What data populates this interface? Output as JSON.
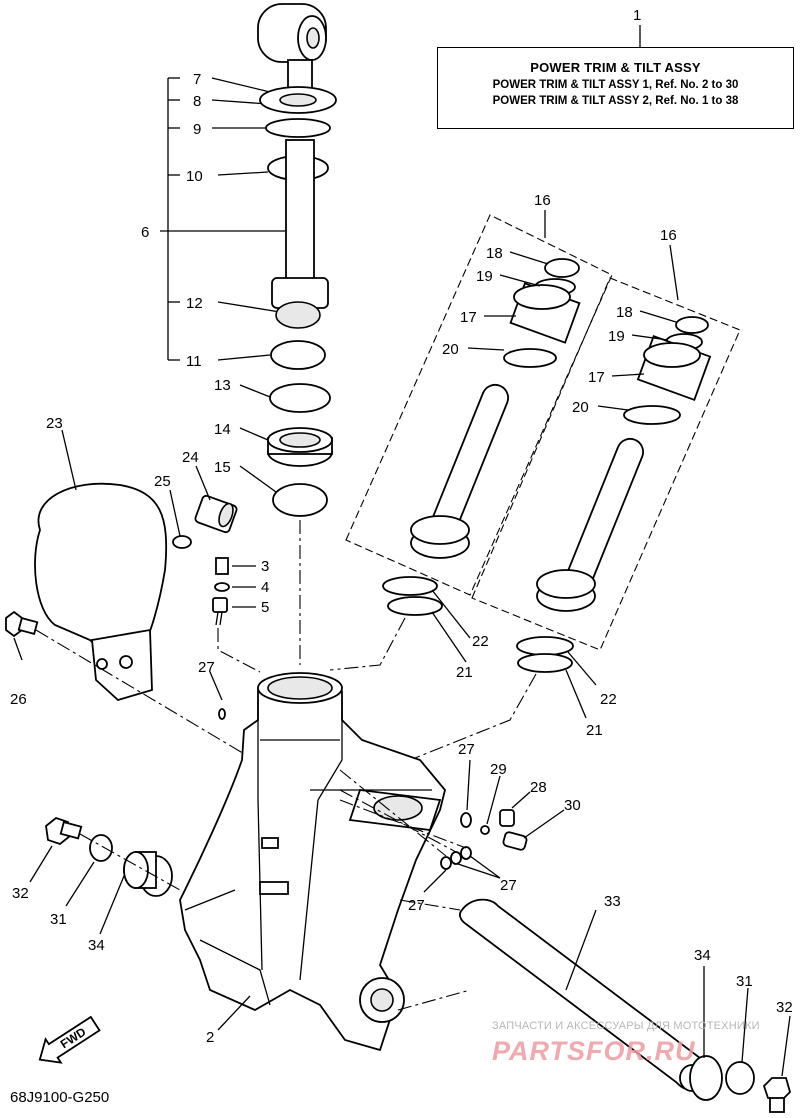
{
  "title_box": {
    "title": "POWER TRIM  & TILT ASSY",
    "line1": "POWER TRIM & TILT ASSY 1, Ref. No. 2 to 30",
    "line2": "POWER TRIM & TILT ASSY 2, Ref. No. 1 to 38"
  },
  "diagram_code": "68J9100-G250",
  "fwd_label": "FWD",
  "watermark": {
    "top": "ЗАПЧАСТИ И АКСЕССУАРЫ ДЛЯ МОТОТЕХНИКИ",
    "logo": "PARTSFOR.RU"
  },
  "callouts": {
    "c1": "1",
    "c2": "2",
    "c3": "3",
    "c4": "4",
    "c5": "5",
    "c6": "6",
    "c7": "7",
    "c8": "8",
    "c9": "9",
    "c10": "10",
    "c11": "11",
    "c12": "12",
    "c13": "13",
    "c14": "14",
    "c15": "15",
    "c16a": "16",
    "c16b": "16",
    "c17a": "17",
    "c17b": "17",
    "c18a": "18",
    "c18b": "18",
    "c19a": "19",
    "c19b": "19",
    "c20a": "20",
    "c20b": "20",
    "c21a": "21",
    "c21b": "21",
    "c22a": "22",
    "c22b": "22",
    "c23": "23",
    "c24": "24",
    "c25": "25",
    "c26": "26",
    "c27a": "27",
    "c27b": "27",
    "c27c": "27",
    "c27d": "27",
    "c28": "28",
    "c29": "29",
    "c30": "30",
    "c31a": "31",
    "c31b": "31",
    "c32a": "32",
    "c32b": "32",
    "c33": "33",
    "c34a": "34",
    "c34b": "34"
  }
}
